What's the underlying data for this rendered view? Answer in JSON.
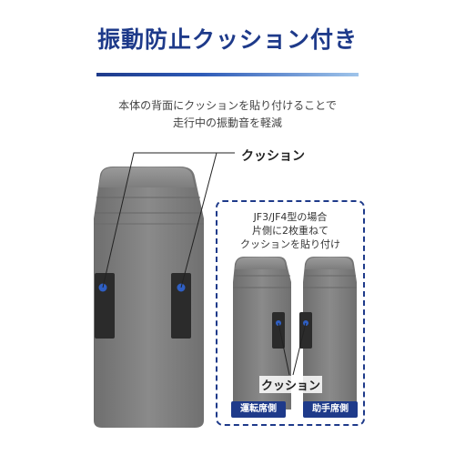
{
  "title": "振動防止クッション付き",
  "description": {
    "line1": "本体の背面にクッションを貼り付けることで",
    "line2": "走行中の振動音を軽減"
  },
  "main_callout_label": "クッション",
  "inset": {
    "note_line1": "JF3/JF4型の場合",
    "note_line2": "片側に2枚重ねて",
    "note_line3": "クッションを貼り付け",
    "callout_label": "クッション",
    "left_badge": "運転席側",
    "right_badge": "助手席側"
  },
  "colors": {
    "accent": "#1e3a8a",
    "body_gray": "#7c7c7c",
    "cushion": "#2b2b2b",
    "dot": "#2f5fc4"
  }
}
